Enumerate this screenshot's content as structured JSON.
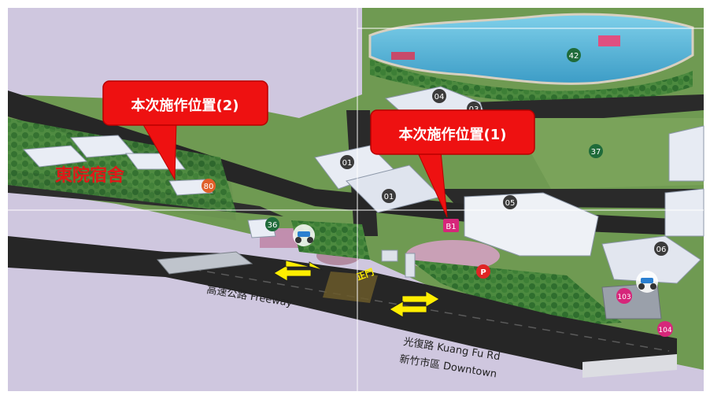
{
  "callouts": {
    "site_1": "本次施作位置(1)",
    "site_2": "本次施作位置(2)"
  },
  "areas": {
    "east_dorm": "東院宿舍"
  },
  "gate": "正門",
  "roads": {
    "freeway": "高速公路  Freeway",
    "kuangfu": "光復路  Kuang Fu Rd",
    "downtown": "新竹市區  Downtown"
  },
  "buildings": [
    {
      "id": "b01a",
      "label": "01",
      "color": "#3b3b3b"
    },
    {
      "id": "b01b",
      "label": "01",
      "color": "#3b3b3b"
    },
    {
      "id": "b03",
      "label": "03",
      "color": "#3b3b3b"
    },
    {
      "id": "b04",
      "label": "04",
      "color": "#3b3b3b"
    },
    {
      "id": "b05",
      "label": "05",
      "color": "#3b3b3b"
    },
    {
      "id": "b06",
      "label": "06",
      "color": "#3b3b3b"
    },
    {
      "id": "b36",
      "label": "36",
      "color": "#1f6b3a"
    },
    {
      "id": "b37",
      "label": "37",
      "color": "#1f6b3a"
    },
    {
      "id": "b42",
      "label": "42",
      "color": "#1f6b3a"
    },
    {
      "id": "b80",
      "label": "80",
      "color": "#e0602a"
    },
    {
      "id": "b103",
      "label": "103",
      "color": "#d6267a"
    },
    {
      "id": "b104",
      "label": "104",
      "color": "#d6267a"
    },
    {
      "id": "bB1",
      "label": "B1",
      "color": "#d6267a"
    },
    {
      "id": "bP",
      "label": "P",
      "color": "#e02525"
    }
  ],
  "colors": {
    "background": "#cfc7df",
    "road": "#262626",
    "grass": "#6f9a52",
    "tree": "#3f7d3a",
    "water": "#5fb8d8",
    "plaza": "#c9a0b6",
    "callout": "#ee1111",
    "arrow": "#ffee00",
    "dorm_text": "#e01818"
  }
}
